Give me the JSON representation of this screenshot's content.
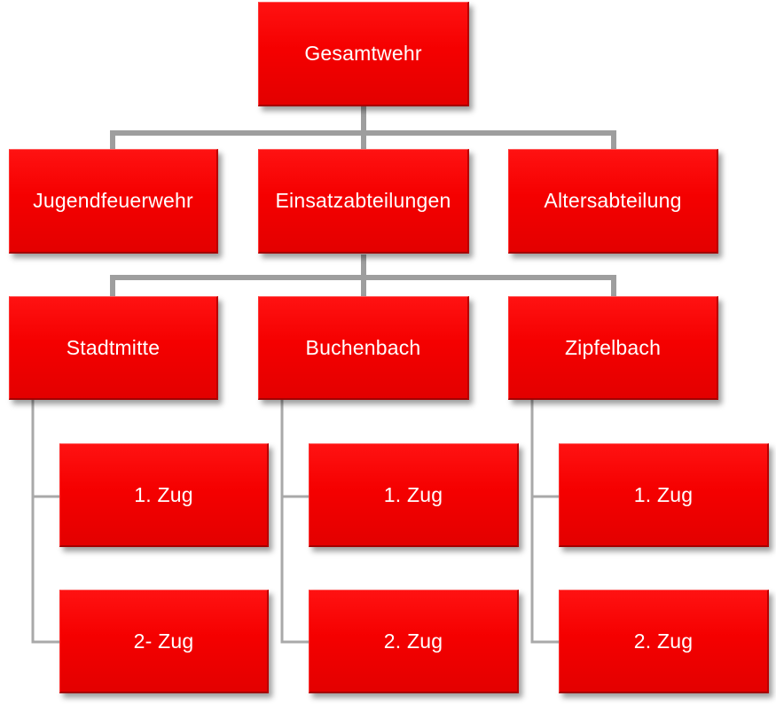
{
  "org_chart": {
    "root": {
      "label": "Gesamtwehr"
    },
    "level1": [
      {
        "label": "Jugendfeuerwehr"
      },
      {
        "label": "Einsatzabteilungen"
      },
      {
        "label": "Altersabteilung"
      }
    ],
    "stations": [
      {
        "label": "Stadtmitte",
        "units": [
          {
            "label": "1. Zug"
          },
          {
            "label": "2- Zug"
          }
        ]
      },
      {
        "label": "Buchenbach",
        "units": [
          {
            "label": "1. Zug"
          },
          {
            "label": "2. Zug"
          }
        ]
      },
      {
        "label": "Zipfelbach",
        "units": [
          {
            "label": "1. Zug"
          },
          {
            "label": "2. Zug"
          }
        ]
      }
    ]
  },
  "colors": {
    "box_fill": "#f20000",
    "box_text": "#ffffff",
    "connector": "#9e9e9e",
    "background": "#ffffff"
  }
}
